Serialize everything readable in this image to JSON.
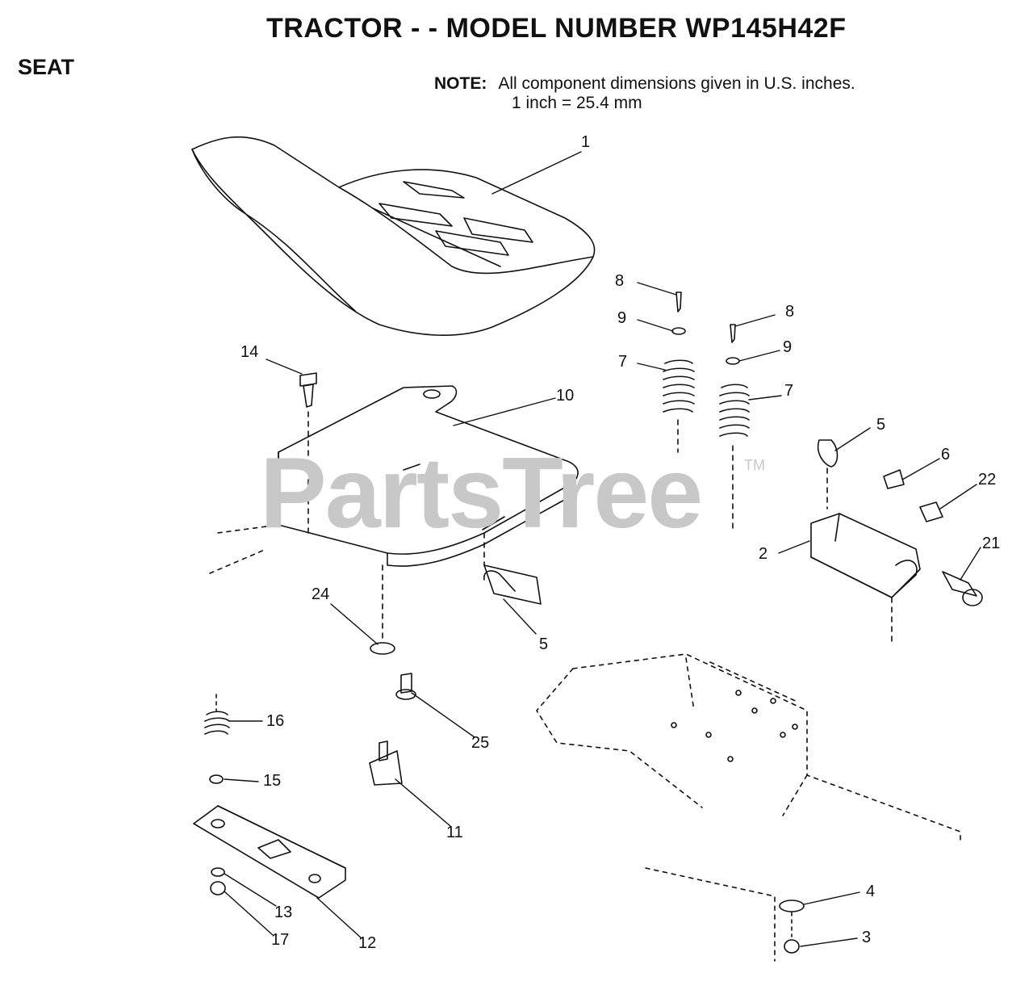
{
  "header": {
    "title": "TRACTOR - - MODEL NUMBER WP145H42F",
    "section": "SEAT",
    "note_label": "NOTE:",
    "note_line1": "All component dimensions given in U.S. inches.",
    "note_line2": "1 inch = 25.4 mm"
  },
  "watermark": {
    "text": "PartsTree",
    "tm": "TM"
  },
  "callouts": [
    "1",
    "8",
    "9",
    "7",
    "8",
    "9",
    "7",
    "14",
    "10",
    "5",
    "6",
    "22",
    "2",
    "21",
    "24",
    "5",
    "25",
    "16",
    "15",
    "11",
    "13",
    "17",
    "12",
    "4",
    "3"
  ]
}
